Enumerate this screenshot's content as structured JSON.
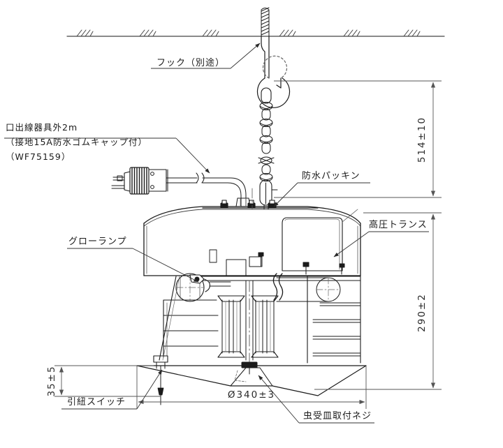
{
  "drawing": {
    "type": "technical-dimensional-drawing",
    "subject": "ceiling-suspended insect trap luminaire",
    "background_color": "#ffffff",
    "line_color": "#1b1b1b",
    "thin_line_color": "#555555"
  },
  "labels": {
    "hook": "フック（別途）",
    "cord_line1": "口出線器具外2m",
    "cord_line2": "（接地15A防水ゴムキャップ付）",
    "cord_line3": "（WF75159）",
    "packing": "防水パッキン",
    "transformer": "高圧トランス",
    "glow_lamp": "グローランプ",
    "pull_switch": "引紐スイッチ",
    "tray_screw": "虫受皿取付ネジ"
  },
  "dimensions": {
    "upper_vertical": "514±10",
    "lower_vertical": "290±2",
    "left_vertical": "35±5",
    "diameter": "Ø340±3"
  },
  "ceiling": {
    "hatch_count": 6,
    "note": "ceiling hatch marks"
  }
}
